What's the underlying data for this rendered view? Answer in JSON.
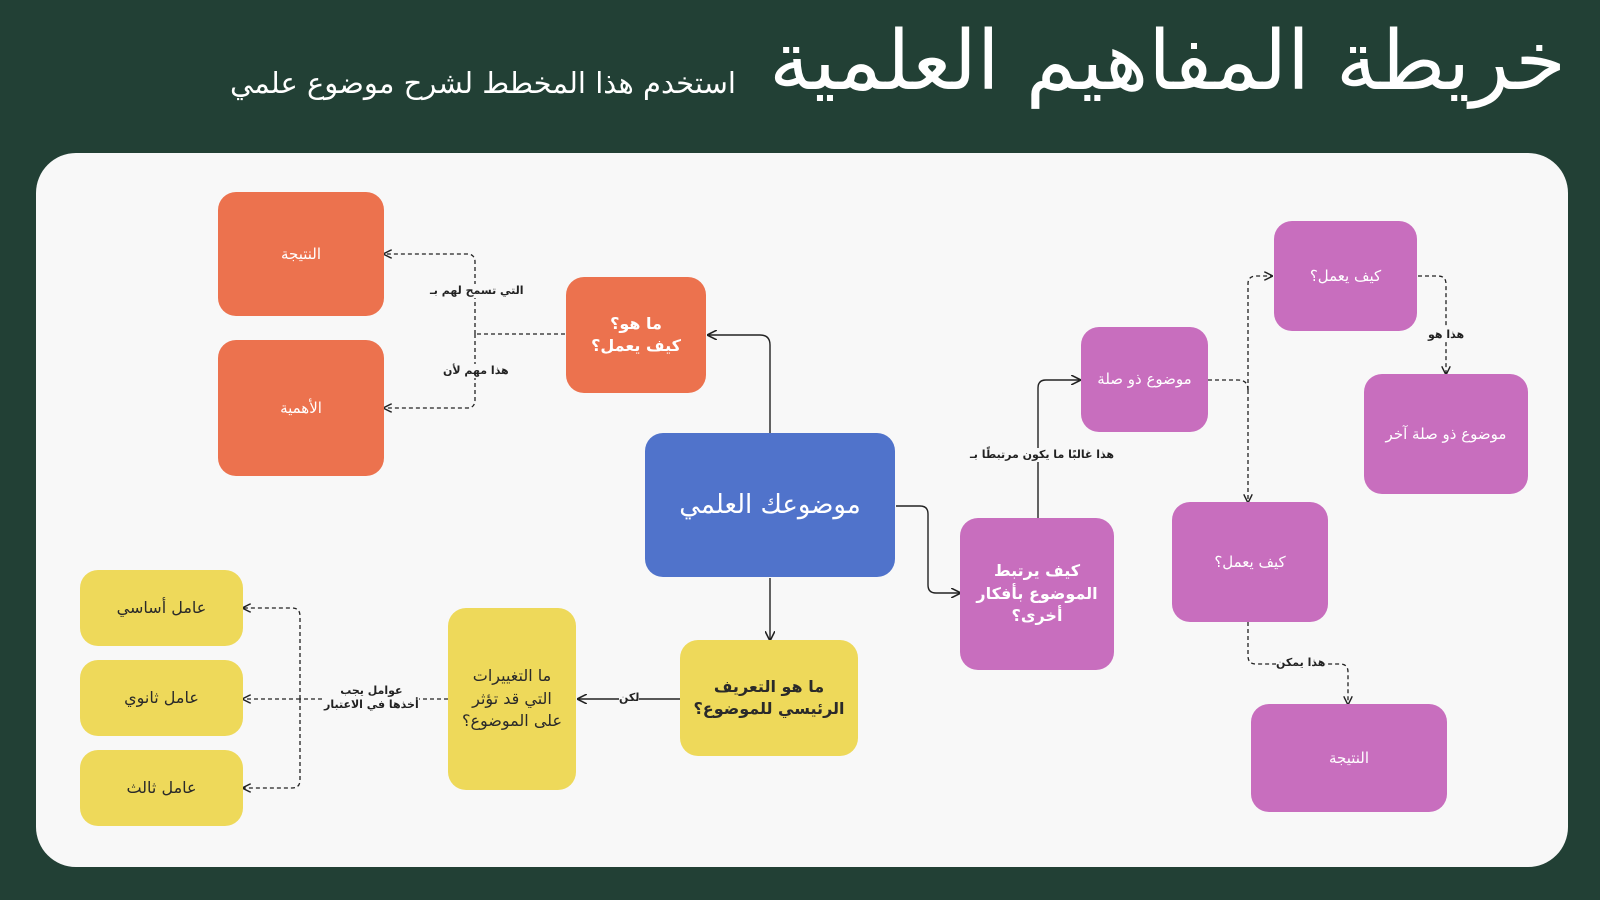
{
  "header": {
    "title": "خريطة المفاهيم العلمية",
    "subtitle": "استخدم هذا المخطط لشرح موضوع علمي"
  },
  "nodes": {
    "center": "موضوعك العلمي",
    "what_how": "ما هو؟\nكيف يعمل؟",
    "result_top": "النتيجة",
    "importance": "الأهمية",
    "definition": "ما هو التعريف الرئيسي للموضوع؟",
    "variables": "ما التغييرات التي قد تؤثر على الموضوع؟",
    "factor_main": "عامل أساسي",
    "factor_secondary": "عامل ثانوي",
    "factor_third": "عامل ثالث",
    "relation": "كيف يرتبط الموضوع بأفكار أخرى؟",
    "related_topic": "موضوع ذو صلة",
    "how_works_top": "كيف يعمل؟",
    "other_related": "موضوع ذو صلة آخر",
    "how_works_mid": "كيف يعمل؟",
    "result_bottom": "النتيجة"
  },
  "edge_labels": {
    "allows": "التي تسمح لهم بـ",
    "important_because": "هذا مهم لأن",
    "but": "لكن",
    "factors_consider": "عوامل يجب\nأخذها في الاعتبار",
    "often_linked": "هذا غالبًا ما يكون مرتبطًا بـ",
    "this_is": "هذا هو",
    "can": "هذا يمكن"
  },
  "colors": {
    "background": "#224035",
    "canvas": "#f8f8f8",
    "orange": "#ec724e",
    "purple": "#c86ebe",
    "yellow": "#eed95a",
    "blue": "#5073cb"
  }
}
